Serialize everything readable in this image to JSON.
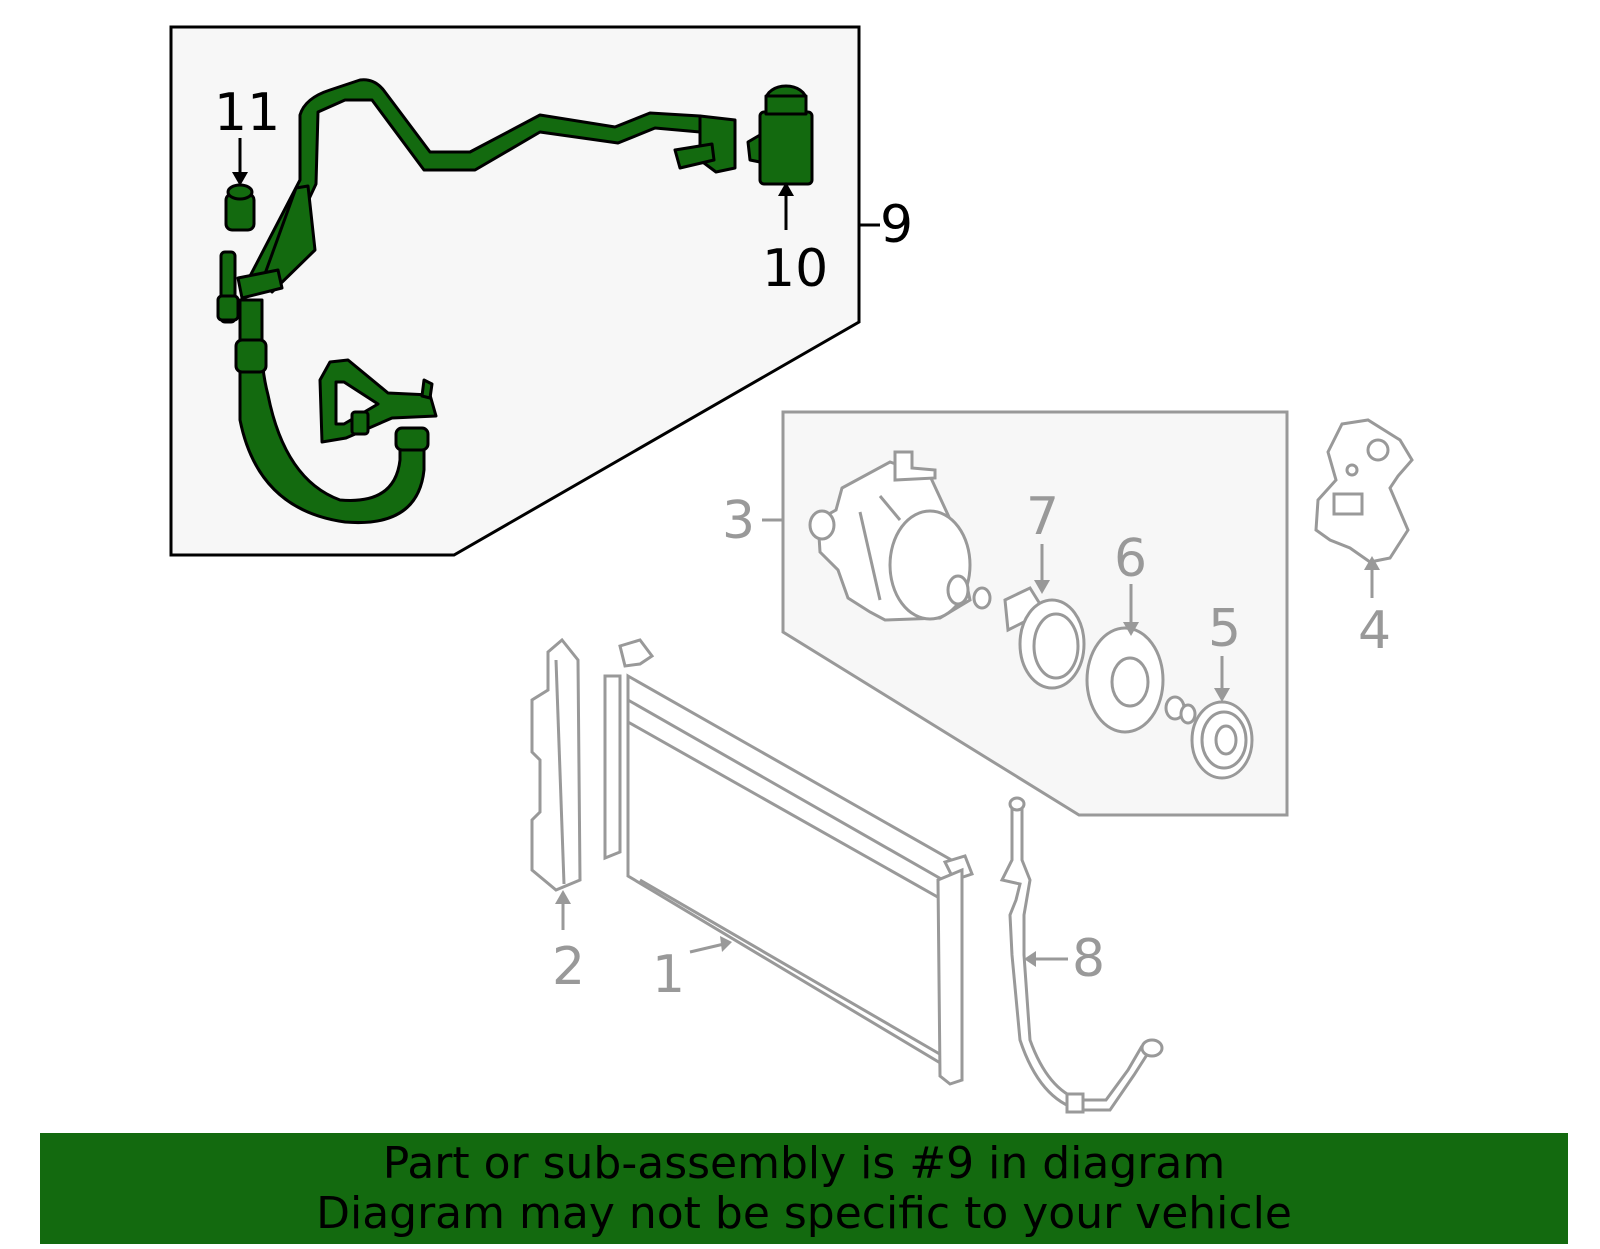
{
  "colors": {
    "highlight_part": "#136a0f",
    "other_parts_stroke": "#999999",
    "panel_fill": "#f7f7f7",
    "banner_bg": "#136a0f"
  },
  "callouts": {
    "c1": "1",
    "c2": "2",
    "c3": "3",
    "c4": "4",
    "c5": "5",
    "c6": "6",
    "c7": "7",
    "c8": "8",
    "c9": "9",
    "c10": "10",
    "c11": "11"
  },
  "banner": {
    "line1": "Part or sub-assembly is #9 in diagram",
    "line2": "Diagram may not be specific to your vehicle"
  }
}
